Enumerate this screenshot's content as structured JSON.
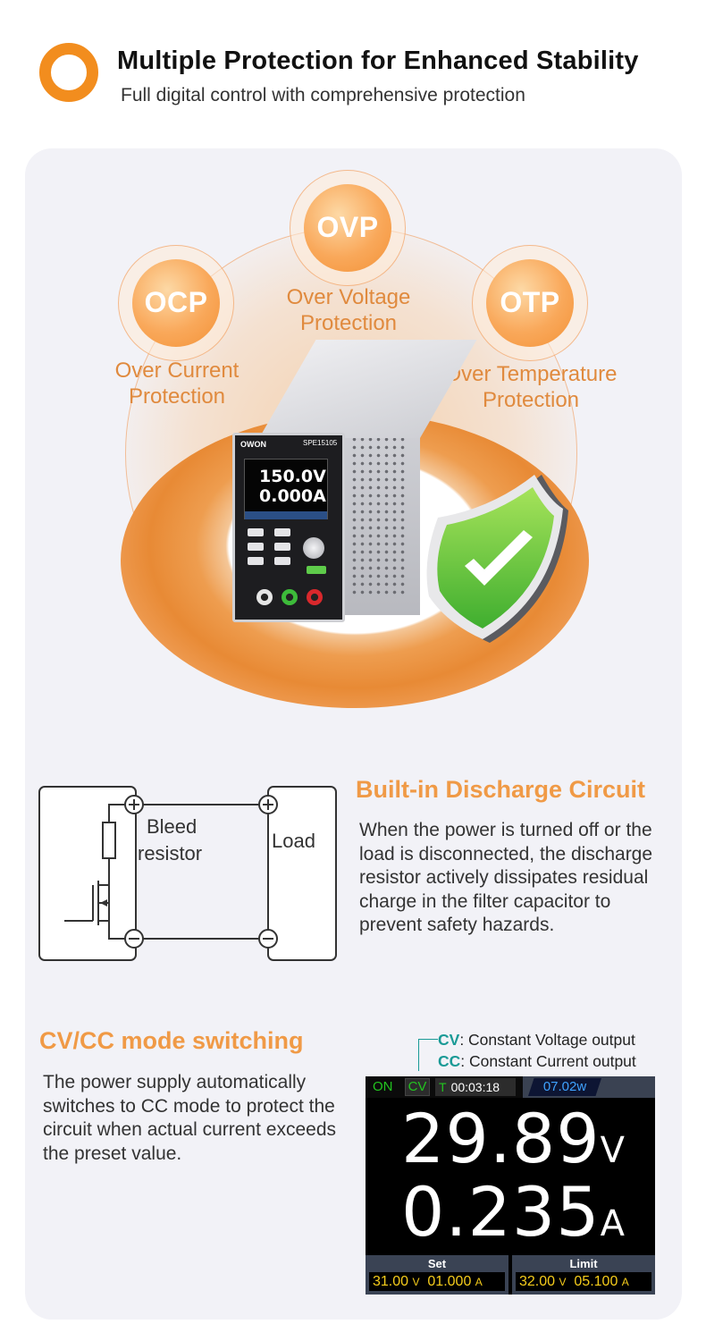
{
  "header": {
    "title": "Multiple Protection for Enhanced Stability",
    "subtitle": "Full digital control with comprehensive protection"
  },
  "protections": {
    "ovp": {
      "badge": "OVP",
      "line1": "Over Voltage",
      "line2": "Protection"
    },
    "ocp": {
      "badge": "OCP",
      "line1": "Over Current",
      "line2": "Protection"
    },
    "otp": {
      "badge": "OTP",
      "line1": "Over Temperature",
      "line2": "Protection"
    }
  },
  "device": {
    "brand": "OWON",
    "model": "SPE15105",
    "voltage": "150.0V",
    "current": "0.000A"
  },
  "discharge": {
    "title": "Built-in Discharge Circuit",
    "body": "When the power is turned off or the load is disconnected, the discharge resistor actively dissipates residual charge in the filter capacitor to prevent safety hazards.",
    "circuit": {
      "resistor_line1": "Bleed",
      "resistor_line2": "resistor",
      "load": "Load"
    }
  },
  "cvcc": {
    "title": "CV/CC mode switching",
    "body": "The power supply automatically switches to CC mode to protect the circuit when actual current exceeds the preset value.",
    "legend": [
      {
        "key": "CV",
        "text": ": Constant Voltage output"
      },
      {
        "key": "CC",
        "text": ": Constant Current output"
      }
    ],
    "display": {
      "status_on": "ON",
      "mode": "CV",
      "timer_tag": "T",
      "timer": "00:03:18",
      "power": "07.02w",
      "voltage": "29.89",
      "voltage_unit": "V",
      "current": "0.235",
      "current_unit": "A",
      "set_label": "Set",
      "set_v": "31.00",
      "set_a": "01.000",
      "limit_label": "Limit",
      "limit_v": "32.00",
      "limit_a": "05.100",
      "v_unit_small": "V",
      "a_unit_small": "A"
    }
  },
  "colors": {
    "accent": "#f09a46",
    "ring": "#f28d1e",
    "teal": "#1a9a96",
    "card": "#f2f2f7"
  }
}
